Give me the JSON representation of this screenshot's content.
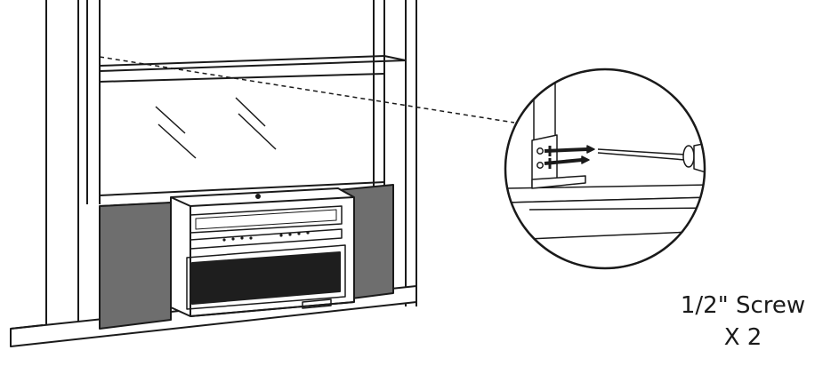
{
  "caption": {
    "part": "1/2\" Screw",
    "quantity": "X 2"
  },
  "colors": {
    "line": "#1a1a1a",
    "side_panel": "#6e6e6e",
    "grille": "#1e1e1e",
    "background": "#ffffff"
  },
  "icons": [
    "window-frame",
    "air-conditioner-unit",
    "side-panel",
    "magnifier-circle",
    "screw",
    "screwdriver",
    "bracket"
  ]
}
